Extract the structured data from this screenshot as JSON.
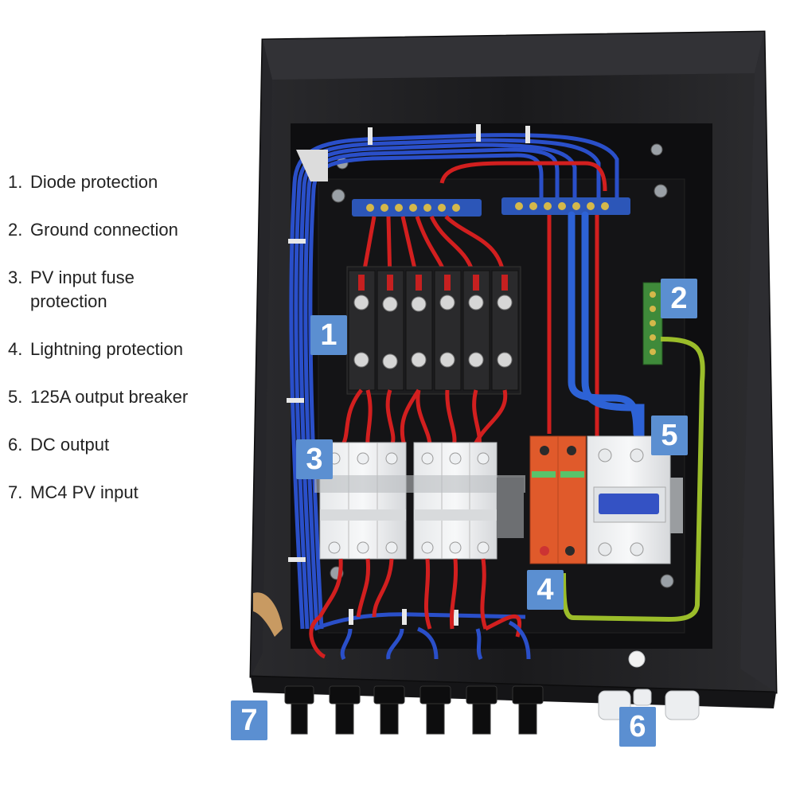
{
  "legend": {
    "items": [
      {
        "num": "1.",
        "label": "Diode protection"
      },
      {
        "num": "2.",
        "label": "Ground connection"
      },
      {
        "num": "3.",
        "label": "PV input fuse\nprotection"
      },
      {
        "num": "4.",
        "label": "Lightning protection"
      },
      {
        "num": "5.",
        "label": "125A output breaker"
      },
      {
        "num": "6.",
        "label": "DC output"
      },
      {
        "num": "7.",
        "label": "MC4 PV input"
      }
    ]
  },
  "badges": {
    "b1": "1",
    "b2": "2",
    "b3": "3",
    "b4": "4",
    "b5": "5",
    "b6": "6",
    "b7": "7"
  },
  "colors": {
    "enclosure": "#1b1b1d",
    "backplate": "#101012",
    "blue_wire": "#2a4fc9",
    "red_wire": "#d21f1f",
    "badge": "#5b8fd1",
    "spd": "#e05a2b",
    "ground_wire": "#9bbd2a"
  }
}
